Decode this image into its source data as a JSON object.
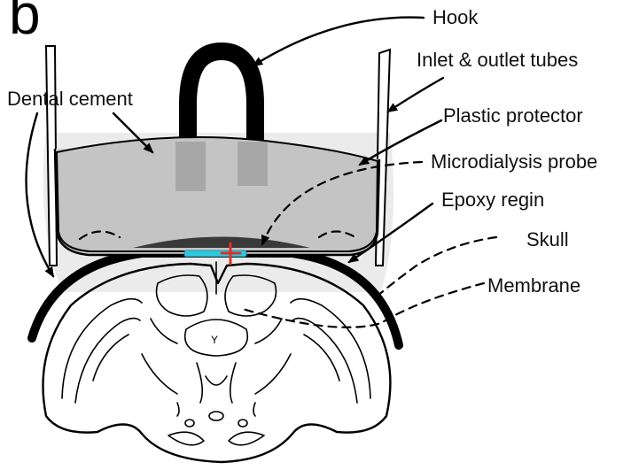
{
  "panel_letter": "b",
  "labels": {
    "hook": "Hook",
    "tubes": "Inlet & outlet tubes",
    "dental_cement": "Dental cement",
    "plastic_protector": "Plastic protector",
    "microdialysis_probe": "Microdialysis probe",
    "epoxy": "Epoxy regin",
    "skull": "Skull",
    "membrane": "Membrane"
  },
  "colors": {
    "probe": "#2ec8e0",
    "marker": "#e0302a",
    "cement": "#bdbdbd",
    "membrane": "#ebebeb"
  }
}
